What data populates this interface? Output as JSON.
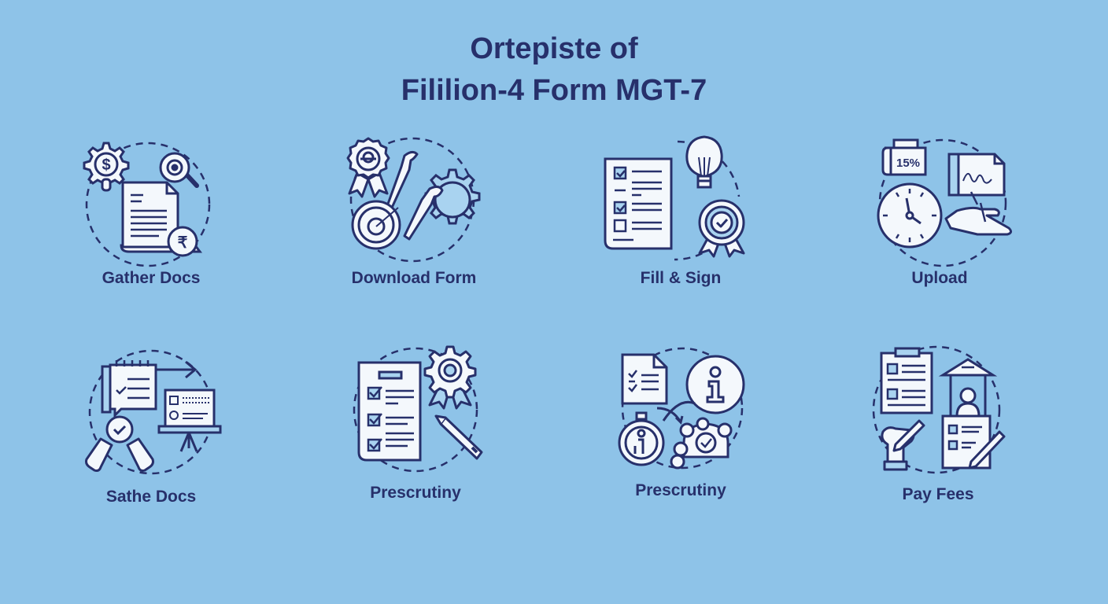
{
  "title": {
    "line1": "Ortepiste of",
    "line2": "Fililion-4 Form MGT-7"
  },
  "colors": {
    "background": "#8ec3e8",
    "ink": "#27306b",
    "fill": "#f4f8fc",
    "accent_fill": "#a9d3f0"
  },
  "steps": [
    {
      "label": "Gather Docs",
      "icons": [
        "gear-dollar-icon",
        "magnifier-target-icon",
        "document-icon",
        "coin-icon"
      ]
    },
    {
      "label": "Download Form",
      "icons": [
        "award-badge-icon",
        "tools-icon",
        "gear-icon",
        "target-search-icon"
      ]
    },
    {
      "label": "Fill & Sign",
      "icons": [
        "checklist-icon",
        "lightbulb-icon",
        "award-check-icon"
      ]
    },
    {
      "label": "Upload",
      "icons": [
        "percent-card-icon",
        "chart-document-icon",
        "clock-icon",
        "hand-icon"
      ],
      "badge_text": "15%"
    },
    {
      "label": "Sathe Docs",
      "icons": [
        "notepad-checklist-icon",
        "arrow-right-icon",
        "presentation-board-icon",
        "check-badge-icon"
      ]
    },
    {
      "label": "Prescrutiny",
      "icons": [
        "checklist-clipboard-icon",
        "gear-award-icon",
        "pencil-icon"
      ]
    },
    {
      "label": "Prescrutiny",
      "icons": [
        "document-checklist-icon",
        "info-circle-icon",
        "stopwatch-info-icon",
        "gear-check-icon"
      ]
    },
    {
      "label": "Pay Fees",
      "icons": [
        "clipboard-icon",
        "kiosk-person-icon",
        "hand-pencil-icon",
        "form-pencil-icon"
      ]
    }
  ]
}
